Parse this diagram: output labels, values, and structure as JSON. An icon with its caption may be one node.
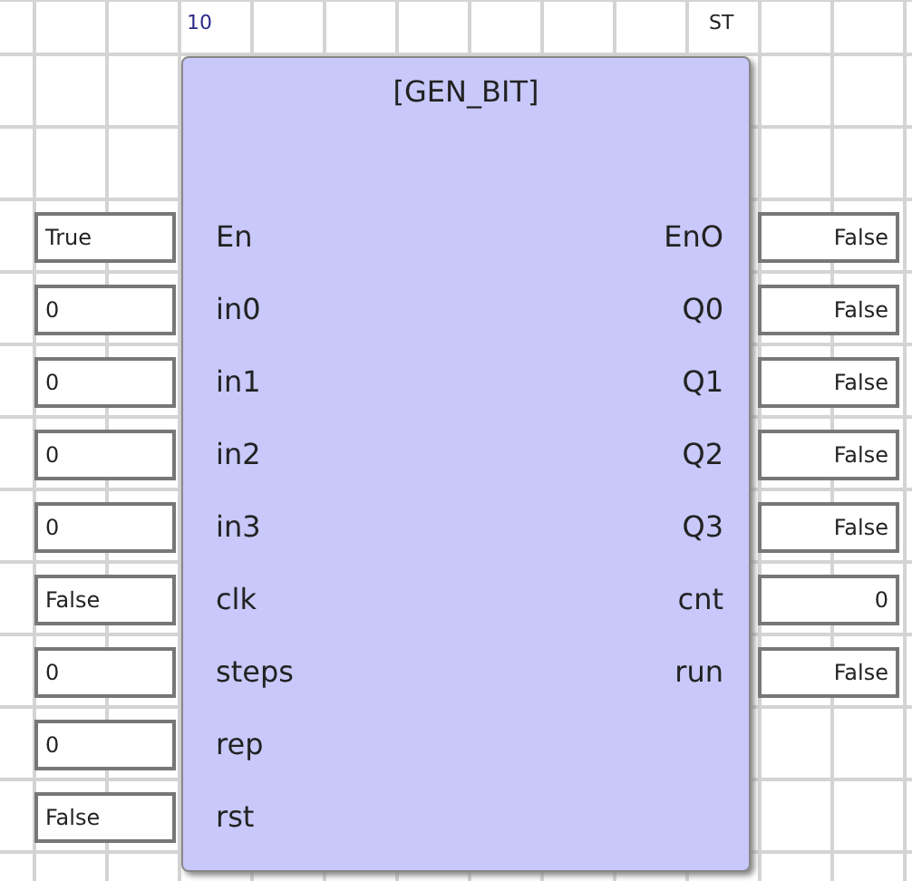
{
  "diagram": {
    "nodes": [
      {
        "text": [
          "[GEN_BIT]",
          "En",
          "in0",
          "in1",
          "in2",
          "in3",
          "clk",
          "steps",
          "rep",
          "rst",
          "EnO",
          "Q0",
          "Q1",
          "Q2",
          "Q3",
          "cnt",
          "run"
        ]
      },
      {
        "text": [
          "True"
        ]
      },
      {
        "text": [
          "0"
        ]
      },
      {
        "text": [
          "0"
        ]
      },
      {
        "text": [
          "0"
        ]
      },
      {
        "text": [
          "0"
        ]
      },
      {
        "text": [
          "False"
        ]
      },
      {
        "text": [
          "0"
        ]
      },
      {
        "text": [
          "0"
        ]
      },
      {
        "text": [
          "False"
        ]
      },
      {
        "text": [
          "False"
        ]
      },
      {
        "text": [
          "False"
        ]
      },
      {
        "text": [
          "False"
        ]
      },
      {
        "text": [
          "False"
        ]
      },
      {
        "text": [
          "False"
        ]
      },
      {
        "text": [
          "0"
        ]
      },
      {
        "text": [
          "False"
        ]
      }
    ],
    "labels": [
      "10",
      "ST"
    ]
  }
}
